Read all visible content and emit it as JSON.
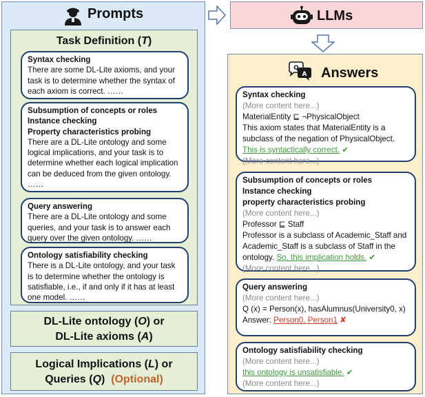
{
  "prompts": {
    "title": "Prompts",
    "task_definition": {
      "title_text": "Task Definition (",
      "title_var": "T",
      "title_close": ")"
    },
    "cards": [
      {
        "headings": [
          "Syntax checking"
        ],
        "text": "There are some DL-Lite axioms, and your task is to determine whether the syntax of each axiom is correct. ……"
      },
      {
        "headings": [
          "Subsumption of concepts or roles",
          "Instance checking",
          "Property characteristics probing"
        ],
        "text": "There are a DL-Lite ontology and some logical implications, and your task is to determine whether each logical implication can be deduced from the given ontology. ……"
      },
      {
        "headings": [
          "Query answering"
        ],
        "text": "There are a DL-Lite ontology and some queries, and your task is to answer each query over the given ontology. ……"
      },
      {
        "headings": [
          "Ontology satisfiability checking"
        ],
        "text": "There is a DL-Lite ontology, and your task is to determine whether the ontology is satisfiable, i.e., if and only if it has at least one model. ……"
      }
    ],
    "ontology_box": {
      "line1_a": "DL-Lite ontology (",
      "line1_var": "O",
      "line1_b": ") or",
      "line2_a": "DL-Lite axioms (",
      "line2_var": "A",
      "line2_b": ")"
    },
    "implications_box": {
      "line1_a": "Logical Implications (",
      "line1_var": "L",
      "line1_b": ") or",
      "line2_a": "Queries (",
      "line2_var": "Q",
      "line2_b": ")",
      "optional": "(Optional)"
    }
  },
  "llms": {
    "title": "LLMs"
  },
  "answers": {
    "title": "Answers",
    "more": "(More content here...)",
    "syntax": {
      "heading": "Syntax checking",
      "axiom": "MaterialEntity ⊑ ¬PhysicalObject",
      "text": "This axiom states that MaterialEntity is a subclass of the negation of PhysicalObject.",
      "result": "This is syntactically correct."
    },
    "subsumption": {
      "headings": [
        "Subsumption of concepts or roles",
        "Instance checking",
        "property characteristics probing"
      ],
      "axiom": "Professor ⊑ Staff",
      "text": "Professor is a subclass of Academic_Staff and Academic_Staff is  a subclass of Staff in the ontology.",
      "result": "So, this implication holds."
    },
    "query": {
      "heading": "Query answering",
      "query": "Q (x) = Person(x), hasAlumnus(University0, x)",
      "answer_label": "Answer:",
      "answer_value": "Person0, Person1"
    },
    "satisfiability": {
      "heading": "Ontology satisfiability checking",
      "result": "this ontology is unsatisfiable."
    }
  },
  "colors": {
    "prompts_bg": "#dce9f6",
    "task_bg": "#e4efd6",
    "llm_bg": "#f9d7d9",
    "answers_bg": "#fdefcc",
    "correct": "#3d9a3b",
    "wrong": "#c53b2e",
    "optional": "#c0632a"
  }
}
